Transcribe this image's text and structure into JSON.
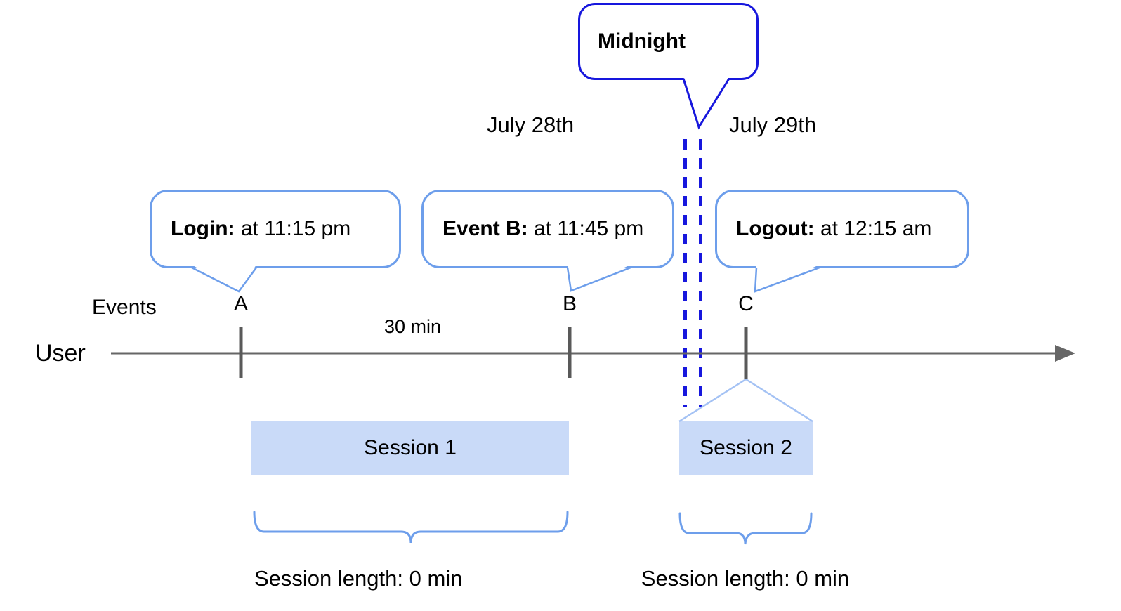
{
  "midnight": {
    "label": "Midnight"
  },
  "dates": {
    "left": "July 28th",
    "right": "July 29th"
  },
  "axis": {
    "events_label": "Events",
    "user_label": "User",
    "interval_label": "30 min"
  },
  "events": [
    {
      "letter": "A",
      "title": "Login:",
      "detail": " at 11:15 pm"
    },
    {
      "letter": "B",
      "title": "Event B:",
      "detail": " at 11:45 pm"
    },
    {
      "letter": "C",
      "title": "Logout:",
      "detail": " at 12:15 am"
    }
  ],
  "sessions": [
    {
      "label": "Session 1",
      "length": "Session length: 0 min"
    },
    {
      "label": "Session 2",
      "length": "Session length: 0 min"
    }
  ],
  "colors": {
    "bubble_border": "#6d9eeb",
    "midnight_blue": "#1717dd",
    "session_fill": "#c9daf8",
    "connector_light_blue": "#a4c2f4",
    "timeline_gray": "#666666",
    "tick_gray": "#595959",
    "text": "#000000"
  }
}
